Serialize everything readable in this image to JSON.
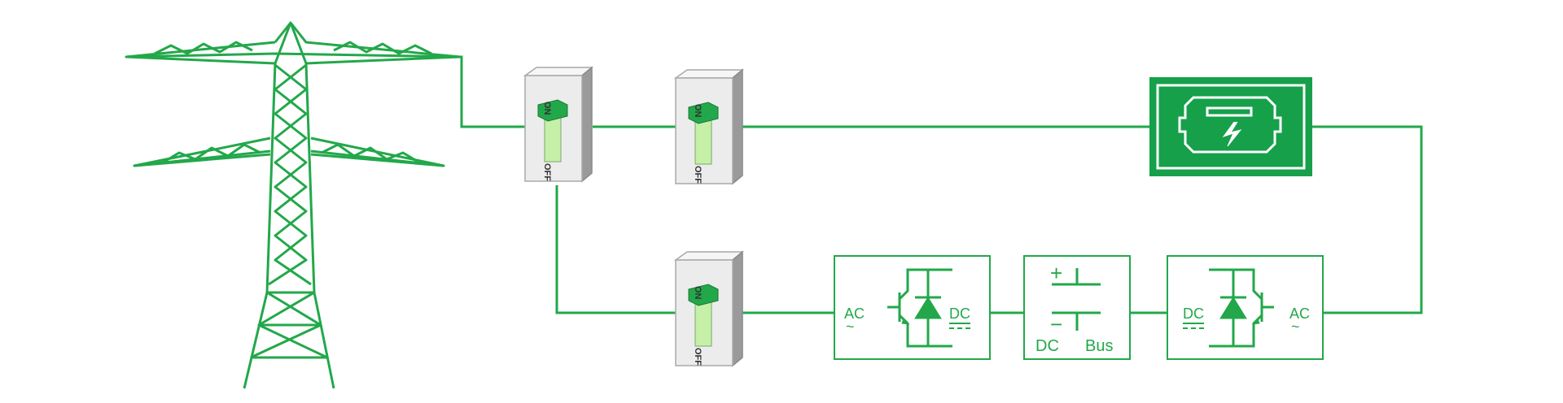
{
  "colors": {
    "line": "#22a84a",
    "battery_fill": "#16a04a",
    "switch_body": "#ececec",
    "switch_side": "#9a9a9a",
    "switch_lever": "#22a84a",
    "switch_slot": "#c6efa8"
  },
  "icons": {
    "tower": "transmission-tower-icon",
    "switch": "breaker-switch-icon",
    "battery": "battery-icon",
    "igbt": "igbt-diode-icon",
    "capacitor": "capacitor-icon"
  },
  "switches": {
    "on_label": "ON",
    "off_label": "OFF"
  },
  "rectifier": {
    "input_label": "AC",
    "output_label": "DC"
  },
  "dc_bus": {
    "plus": "+",
    "minus": "−",
    "label_dc": "DC",
    "label_bus": "Bus"
  },
  "inverter": {
    "input_label": "DC",
    "output_label": "AC"
  }
}
